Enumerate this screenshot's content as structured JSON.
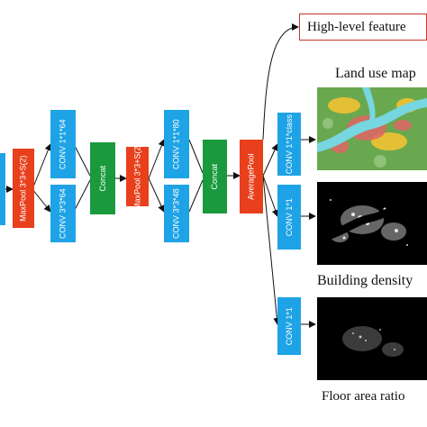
{
  "blocks": {
    "maxpool1": "MaxPool 3*3+S(2)",
    "conv_a1": "CONV 1*1*64",
    "conv_a2": "CONV 3*3*64",
    "concat1": "Concat",
    "maxpool2": "MaxPool 3*3+S(2)",
    "conv_b1": "CONV 1*1*80",
    "conv_b2": "CONV 3*3*48",
    "concat2": "Concat",
    "avgpool": "AveragePool",
    "conv_c1": "CONV 1*1*class",
    "conv_c2": "CONV 1*1",
    "conv_c3": "CONV 1*1"
  },
  "outputs": {
    "high_level": "High-level feature",
    "land_use": "Land use map",
    "building_density": "Building density",
    "floor_area": "Floor area ratio"
  },
  "colors": {
    "conv": "#1ea3e6",
    "pool": "#e8401c",
    "concat": "#1a9a3c",
    "highlight_border": "#c0392b"
  }
}
